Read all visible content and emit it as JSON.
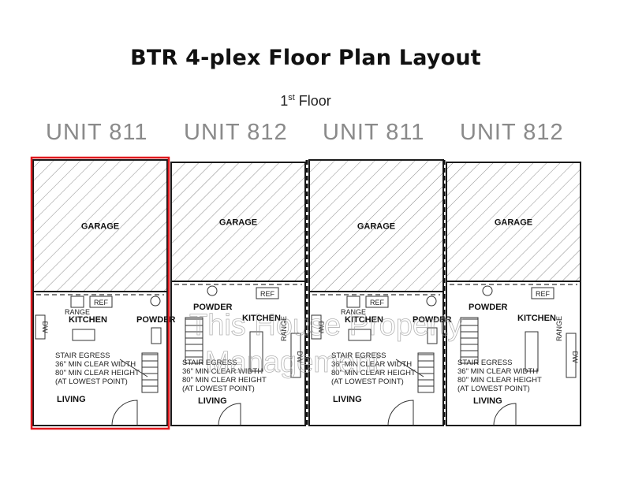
{
  "title": "BTR 4-plex Floor Plan Layout",
  "subtitle": {
    "prefix": "1",
    "sup": "st",
    "suffix": " Floor"
  },
  "units": [
    {
      "label": "UNIT 811",
      "mirrored": false,
      "highlighted": true
    },
    {
      "label": "UNIT 812",
      "mirrored": false,
      "highlighted": false
    },
    {
      "label": "UNIT 811",
      "mirrored": false,
      "highlighted": false
    },
    {
      "label": "UNIT 812",
      "mirrored": false,
      "highlighted": false
    }
  ],
  "rooms": {
    "garage": "GARAGE",
    "kitchen": "KITCHEN",
    "powder": "POWDER",
    "living": "LIVING",
    "range": "RANGE",
    "ref": "REF",
    "dw": "DW"
  },
  "stair_note": [
    "STAIR EGRESS",
    "36\" MIN CLEAR WIDTH",
    "80\" MIN CLEAR HEIGHT",
    "(AT LOWEST POINT)"
  ],
  "watermark": [
    "This House Property",
    "Management"
  ],
  "colors": {
    "highlight": "#e0191e",
    "wall": "#1a1a1a",
    "hatch": "#8c8c8c",
    "unit_label": "#8a8a8a"
  }
}
